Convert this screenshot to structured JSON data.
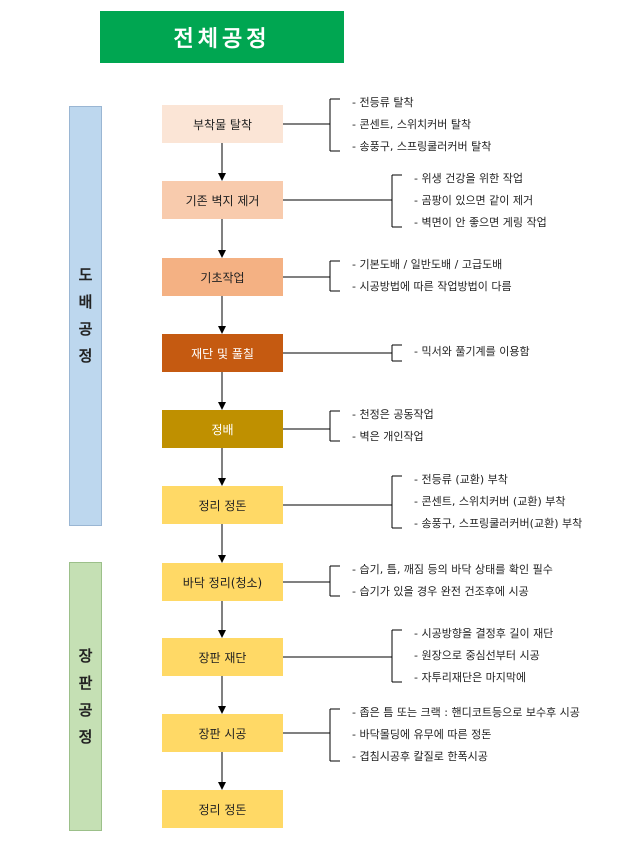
{
  "title": "전체공정",
  "sections": {
    "dobae": [
      "도",
      "배",
      "공",
      "정"
    ],
    "jangpan": [
      "장",
      "판",
      "공",
      "정"
    ]
  },
  "steps": [
    {
      "label": "부착물 탈착",
      "color": "#fbe5d6",
      "text_color": "#222222"
    },
    {
      "label": "기존 벽지 제거",
      "color": "#f8cbad",
      "text_color": "#222222"
    },
    {
      "label": "기초작업",
      "color": "#f4b183",
      "text_color": "#222222"
    },
    {
      "label": "재단 및 풀칠",
      "color": "#c55a11",
      "text_color": "#ffffff"
    },
    {
      "label": "정배",
      "color": "#bf9000",
      "text_color": "#ffffff"
    },
    {
      "label": "정리 정돈",
      "color": "#ffd966",
      "text_color": "#222222"
    },
    {
      "label": "바닥 정리(청소)",
      "color": "#ffd966",
      "text_color": "#222222"
    },
    {
      "label": "장판 재단",
      "color": "#ffd966",
      "text_color": "#222222"
    },
    {
      "label": "장판 시공",
      "color": "#ffd966",
      "text_color": "#222222"
    },
    {
      "label": "정리 정돈",
      "color": "#ffd966",
      "text_color": "#222222"
    }
  ],
  "notes": [
    [
      "- 전등류 탈착",
      "- 콘센트, 스위치커버 탈착",
      "- 송풍구, 스프링쿨러커버 탈착"
    ],
    [
      "- 위생 건강을 위한 작업",
      "- 곰팡이 있으면 같이 제거",
      "- 벽면이 안 좋으면 게링 작업"
    ],
    [
      "- 기본도배 / 일반도배 / 고급도배",
      "- 시공방법에 따른 작업방법이 다름"
    ],
    [
      "- 믹서와 풀기계를 이용함"
    ],
    [
      "- 천정은 공동작업",
      "- 벽은 개인작업"
    ],
    [
      "- 전등류 (교환) 부착",
      "- 콘센트, 스위치커버 (교환) 부착",
      "- 송풍구, 스프링쿨러커버(교환) 부착"
    ],
    [
      "- 습기, 틈, 깨짐 등의  바닥 상태를 확인 필수",
      "- 습기가 있을 경우 완전 건조후에 시공"
    ],
    [
      "- 시공방향을 결정후  길이 재단",
      "- 원장으로 중심선부터 시공",
      "- 자투리재단은 마지막에"
    ],
    [
      "- 좁은 틈 또는 크랙 : 핸디코트등으로 보수후 시공",
      "- 바닥몰딩에 유무에 따른 정돈",
      "- 겹침시공후 칼질로 한폭시공"
    ],
    []
  ]
}
